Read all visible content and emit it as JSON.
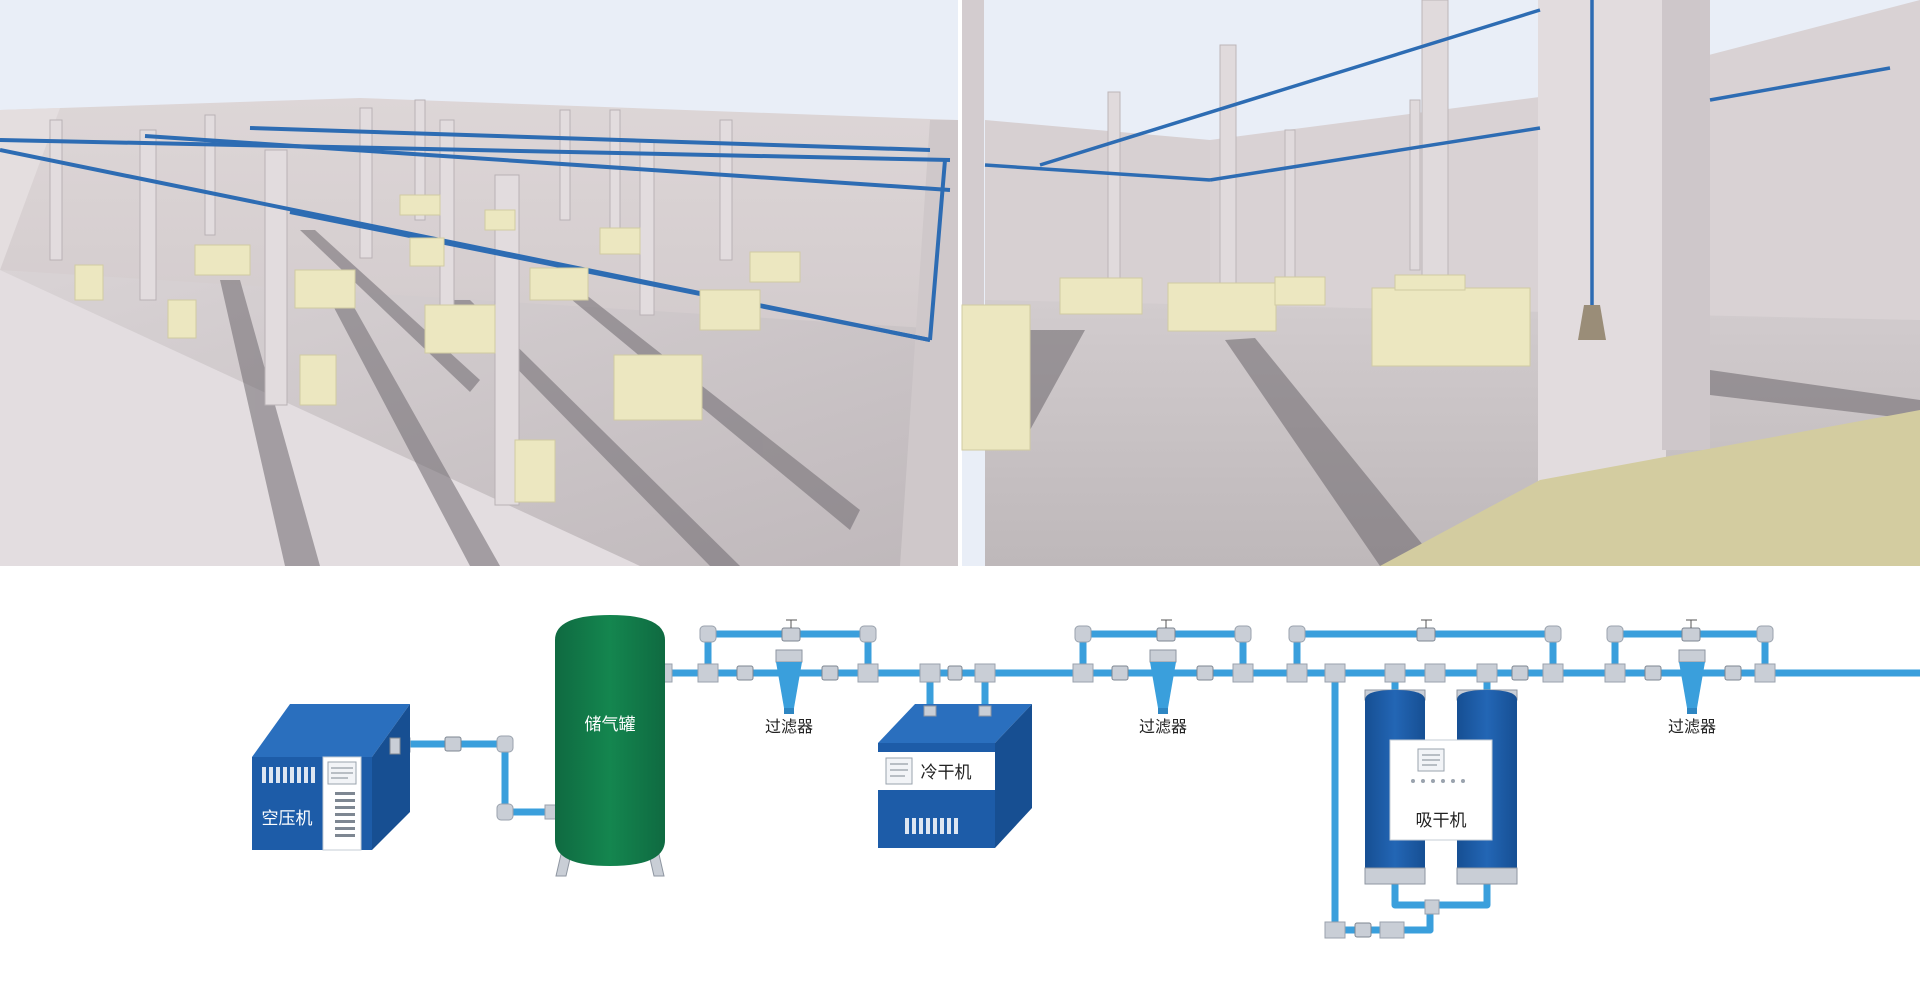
{
  "diagram": {
    "labels": {
      "compressor": "空压机",
      "tank": "储气罐",
      "filter1": "过滤器",
      "refrigerated_dryer": "冷干机",
      "filter2": "过滤器",
      "adsorption_dryer": "吸干机",
      "filter3": "过滤器"
    }
  },
  "colors": {
    "pipe_blue": "#3a9fdc",
    "machine_blue": "#1d5ca8",
    "tank_green": "#11784a",
    "fitting_grey": "#c9ced6",
    "render_pipe": "#2e6db5",
    "sky": "#e8eef7",
    "wall": "#d6cfd0",
    "floor": "#c8c2c6",
    "crate": "#ece7c1"
  },
  "icons": [
    "valve-icon",
    "filter-icon",
    "gauge-icon",
    "control-panel-icon"
  ]
}
